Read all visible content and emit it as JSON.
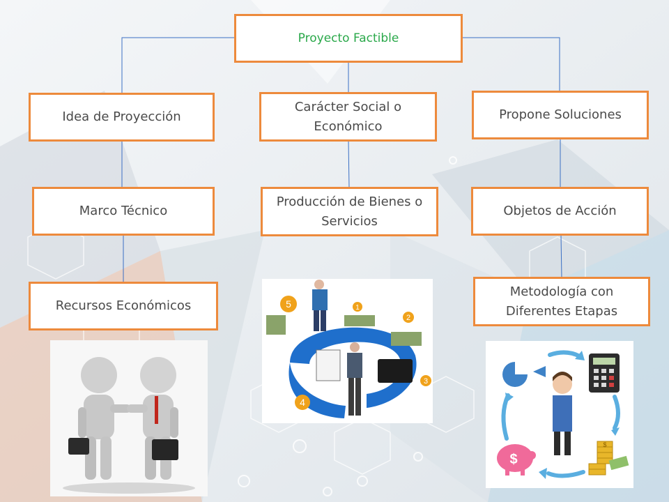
{
  "diagram": {
    "root": {
      "label": "Proyecto Factible"
    },
    "columns": [
      {
        "nodes": [
          {
            "label": "Idea de Proyección"
          },
          {
            "label": "Marco Técnico"
          },
          {
            "label": "Recursos Económicos"
          }
        ]
      },
      {
        "nodes": [
          {
            "label": "Carácter Social o Económico"
          },
          {
            "label": "Producción de Bienes o Servicios"
          }
        ]
      },
      {
        "nodes": [
          {
            "label": "Propone Soluciones"
          },
          {
            "label": "Objetos de Acción"
          },
          {
            "label": "Metodología con Diferentes Etapas"
          }
        ]
      }
    ],
    "colors": {
      "box_border": "#ed8a3c",
      "root_text": "#2aa84a",
      "node_text": "#4a4a4a",
      "connector": "#3a6fc4"
    }
  },
  "illustrations": {
    "cycle_step_numbers": [
      "1",
      "2",
      "3",
      "4",
      "5"
    ],
    "coin_symbol": "$",
    "piggy_symbol": "$"
  }
}
